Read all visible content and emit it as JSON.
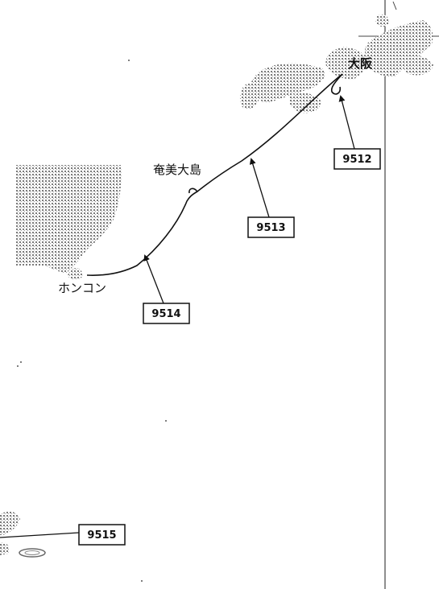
{
  "map": {
    "places": {
      "osaka": "大阪",
      "amami": "奄美大島",
      "hongkong": "ホンコン"
    },
    "positions": [
      {
        "id": "pos-9512",
        "code": "9512"
      },
      {
        "id": "pos-9513",
        "code": "9513"
      },
      {
        "id": "pos-9514",
        "code": "9514"
      },
      {
        "id": "pos-9515",
        "code": "9515"
      }
    ],
    "colors": {
      "ink": "#111111",
      "land": "#a9a9a9",
      "background": "#ffffff"
    }
  }
}
